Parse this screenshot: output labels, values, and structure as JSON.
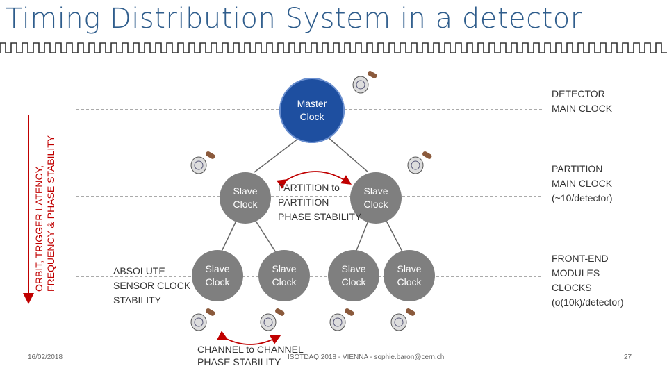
{
  "slide": {
    "title": "Timing Distribution System in a detector",
    "vertical_label_line1": "ORBIT, TRIGGER LATENCY,",
    "vertical_label_line2": "FREQUENCY & PHASE STABILITY",
    "labels": {
      "detector_main_clock": "DETECTOR\nMAIN CLOCK",
      "partition_main_clock": "PARTITION\nMAIN CLOCK\n(~10/detector)",
      "frontend_clocks": "FRONT-END\nMODULES\nCLOCKS\n(o(10k)/detector)",
      "partition_phase_stability": "PARTITION to\nPARTITION\nPHASE STABILITY",
      "absolute_sensor_stability": "ABSOLUTE\nSENSOR CLOCK\nSTABILITY",
      "channel_phase_stability": "CHANNEL to CHANNEL\nPHASE STABILITY"
    },
    "nodes": {
      "master": "Master\nClock",
      "slave": "Slave\nClock"
    },
    "footer": {
      "date": "16/02/2018",
      "event": "ISOTDAQ 2018 - VIENNA - sophie.baron@cern.ch",
      "page": "27"
    }
  },
  "colors": {
    "title": "#2f5d8c",
    "master": "#1e4fa0",
    "slave": "#7f7f7f",
    "accent": "#c00000"
  }
}
